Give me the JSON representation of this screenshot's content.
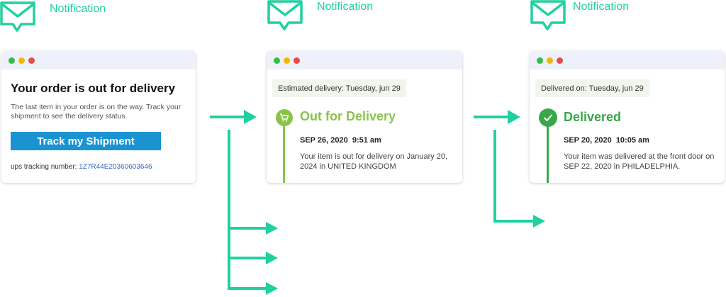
{
  "notifications": [
    {
      "label": "Notification",
      "icon": "envelope-icon"
    },
    {
      "label": "Notification",
      "icon": "envelope-icon"
    },
    {
      "label": "Notification",
      "icon": "envelope-icon"
    }
  ],
  "colors": {
    "accent": "#1fd1a0",
    "dot_green": "#2fc049",
    "dot_yellow": "#f2b705",
    "dot_red": "#e84b4b",
    "out_for_delivery": "#8bc34a",
    "delivered": "#3aa84a",
    "button": "#1a93d0"
  },
  "card_out": {
    "title": "Your order is out for delivery",
    "body": "The last item in your order is on the way. Track your shipment to see the delivery status.",
    "button_label": "Track my Shipment",
    "tracking_label": "ups tracking number:",
    "tracking_number": "1Z7R44E20360603646"
  },
  "card_transit": {
    "estimated": "Estimated delivery: Tuesday, jun 29",
    "status": "Out for Delivery",
    "status_icon": "cart-icon",
    "date": "SEP 26, 2020",
    "time": "9:51 am",
    "message": "Your item is out for delivery on January 20, 2024 in UNITED KINGDOM"
  },
  "card_delivered": {
    "delivered_on": "Delivered on: Tuesday, jun 29",
    "status": "Delivered",
    "status_icon": "check-icon",
    "date": "SEP 20, 2020",
    "time": "10:05 am",
    "message": "Your item was delivered at the front door on SEP 22, 2020 in PHILADELPHIA."
  }
}
